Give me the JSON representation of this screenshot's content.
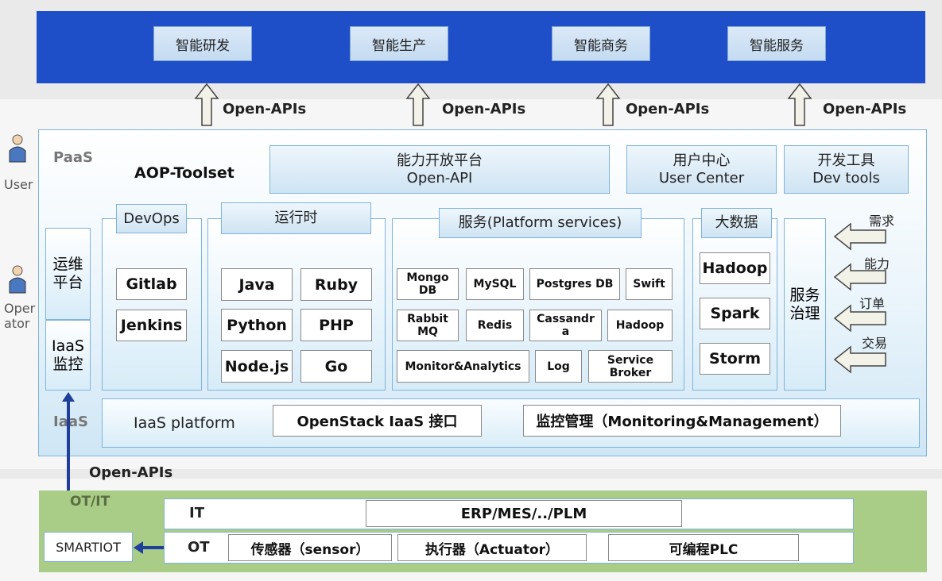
{
  "top": {
    "items": [
      "智能研发",
      "智能生产",
      "智能商务",
      "智能服务"
    ],
    "api_label": "Open-APIs"
  },
  "roles": {
    "user": "User",
    "operator": "Oper\nator"
  },
  "paas": {
    "label": "PaaS",
    "toolset": "AOP-Toolset",
    "open_platform": "能力开放平台\nOpen-API",
    "user_center": "用户中心\nUser Center",
    "dev_tools": "开发工具\nDev tools"
  },
  "ops": {
    "platform": "运维\n平台",
    "monitor": "IaaS\n监控"
  },
  "devops": {
    "title": "DevOps",
    "items": [
      "Gitlab",
      "Jenkins"
    ]
  },
  "runtime": {
    "title": "运行时",
    "items": [
      "Java",
      "Ruby",
      "Python",
      "PHP",
      "Node.js",
      "Go"
    ]
  },
  "services": {
    "title": "服务(Platform services)",
    "row1": [
      "Mongo\nDB",
      "MySQL",
      "Postgres DB",
      "Swift"
    ],
    "row2": [
      "Rabbit\nMQ",
      "Redis",
      "Cassandr\na",
      "Hadoop"
    ],
    "row3": [
      "Monitor&Analytics",
      "Log",
      "Service\nBroker"
    ]
  },
  "bigdata": {
    "title": "大数据",
    "items": [
      "Hadoop",
      "Spark",
      "Storm"
    ]
  },
  "governance": {
    "label": "服务\n治理",
    "arrows": [
      "需求",
      "能力",
      "订单",
      "交易"
    ]
  },
  "iaas": {
    "label": "IaaS",
    "platform": "IaaS platform",
    "openstack": "OpenStack IaaS 接口",
    "monitoring": "监控管理（Monitoring&Management）"
  },
  "bottom": {
    "api_label": "Open-APIs",
    "otit": "OT/IT",
    "smartiot": "SMARTIOT",
    "it_label": "IT",
    "it_item": "ERP/MES/../PLM",
    "ot_label": "OT",
    "ot_items": [
      "传感器（sensor）",
      "执行器（Actuator）",
      "可编程PLC"
    ]
  }
}
